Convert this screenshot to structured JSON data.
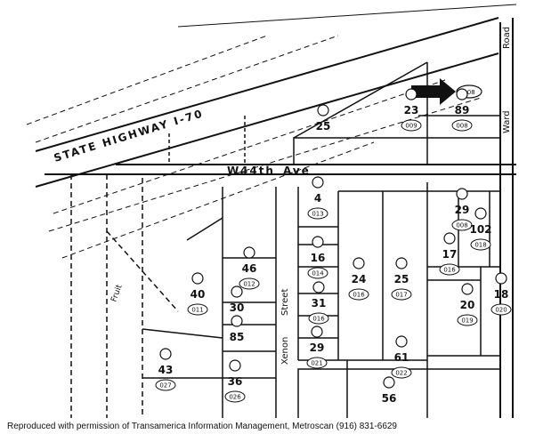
{
  "streets": {
    "highway": "STATE   HIGHWAY   I-70",
    "avenue_prefix": "W.",
    "avenue_name": "44th",
    "avenue_suffix": "Ave",
    "xenon": "Xenon",
    "xenon_street": "Street",
    "ward": "Ward",
    "ward_road": "Road",
    "mixed": "Fruit"
  },
  "parcels": [
    {
      "num": "23",
      "code": "009"
    },
    {
      "num": "25",
      "code": ""
    },
    {
      "num": "29",
      "code": "008"
    },
    {
      "num": "89",
      "code": "008"
    },
    {
      "num": "4",
      "code": "013"
    },
    {
      "num": "16",
      "code": "014"
    },
    {
      "num": "17",
      "code": "016"
    },
    {
      "num": "102",
      "code": "018"
    },
    {
      "num": "18",
      "code": "020"
    },
    {
      "num": "20",
      "code": "019"
    },
    {
      "num": "24",
      "code": "016"
    },
    {
      "num": "25",
      "code": "017"
    },
    {
      "num": "31",
      "code": "016"
    },
    {
      "num": "30",
      "code": ""
    },
    {
      "num": "46",
      "code": "012"
    },
    {
      "num": "40",
      "code": "011"
    },
    {
      "num": "43",
      "code": "027"
    },
    {
      "num": "29",
      "code": "021"
    },
    {
      "num": "61",
      "code": "022"
    },
    {
      "num": "56",
      "code": ""
    },
    {
      "num": "36",
      "code": "026"
    },
    {
      "num": "85",
      "code": ""
    }
  ],
  "pointer_code": "108",
  "credit": "Reproduced with permission of Transamerica Information Management, Metroscan (916) 831-6629",
  "colors": {
    "ink": "#111111",
    "paper": "#ffffff"
  }
}
